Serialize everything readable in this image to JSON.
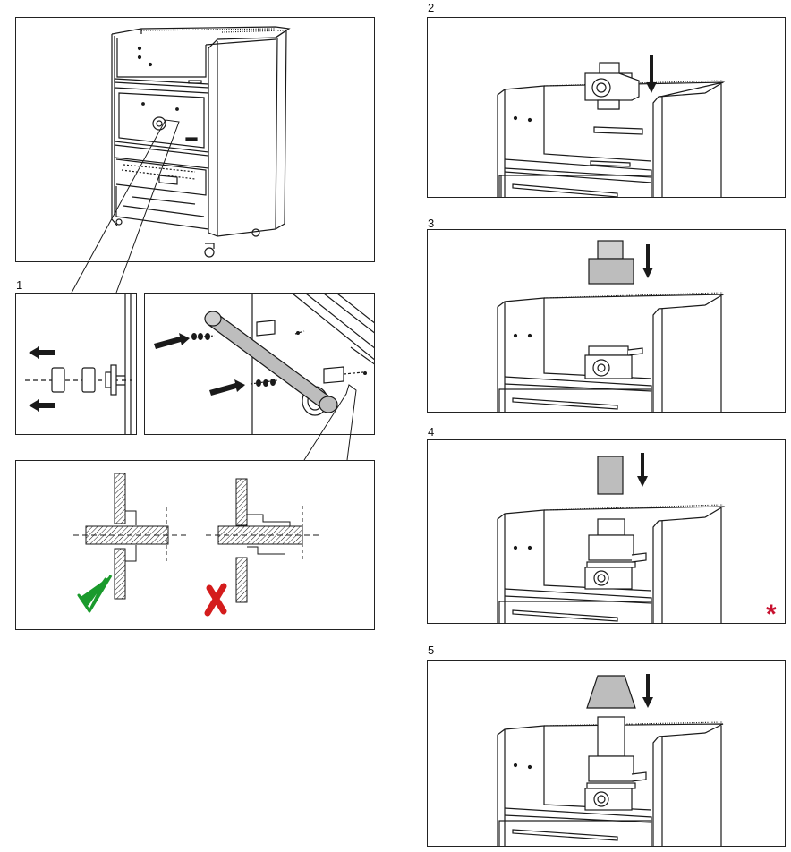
{
  "steps": [
    "1",
    "2",
    "3",
    "4",
    "5"
  ],
  "colors": {
    "check": "#1a9a2c",
    "cross": "#d41c1c",
    "asterisk": "#c8102e",
    "pipe": "#bdbdbd",
    "line": "#1a1a1a"
  },
  "marks": {
    "asterisk": "*"
  },
  "icons": [
    "check-icon",
    "cross-icon",
    "arrow-down-icon",
    "arrow-left-icon",
    "arrow-right-icon"
  ]
}
